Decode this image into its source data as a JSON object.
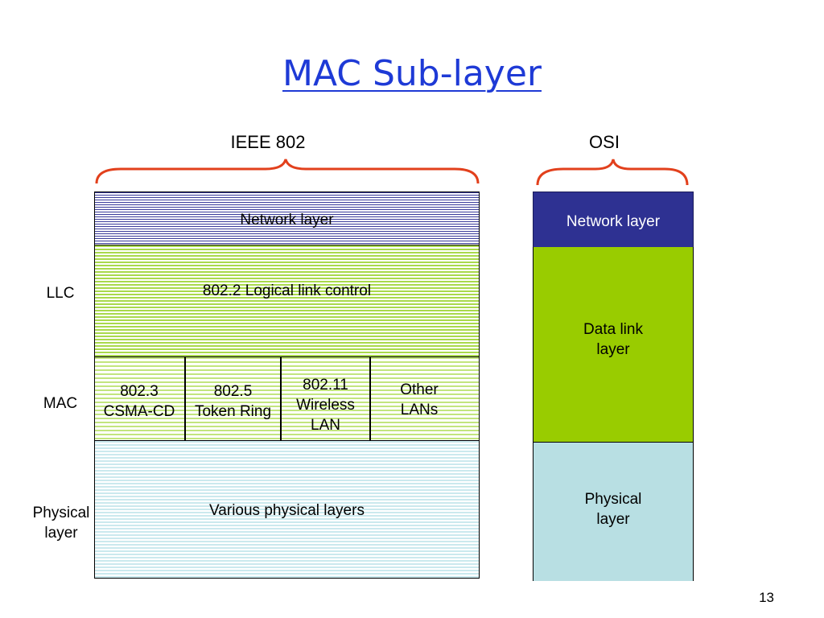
{
  "title": "MAC Sub-layer",
  "ieee_label": "IEEE 802",
  "osi_label": "OSI",
  "row_labels": {
    "llc": "LLC",
    "mac": "MAC",
    "physical_line1": "Physical",
    "physical_line2": "layer"
  },
  "ieee": {
    "network": "Network layer",
    "llc": "802.2  Logical link control",
    "mac_cells": [
      {
        "line1": "802.3",
        "line2": "CSMA-CD",
        "line3": ""
      },
      {
        "line1": "802.5",
        "line2": "Token Ring",
        "line3": ""
      },
      {
        "line1": "802.11",
        "line2": "Wireless",
        "line3": "LAN"
      },
      {
        "line1": "Other",
        "line2": "LANs",
        "line3": ""
      }
    ],
    "physical": "Various physical layers"
  },
  "osi": {
    "network": "Network layer",
    "datalink_line1": "Data link",
    "datalink_line2": "layer",
    "physical_line1": "Physical",
    "physical_line2": "layer"
  },
  "page_number": "13",
  "colors": {
    "title": "#1e3ad6",
    "brace": "#e2401c",
    "osi_network": "#2e3192",
    "osi_datalink": "#99cc00",
    "osi_physical": "#b8dfe3"
  }
}
